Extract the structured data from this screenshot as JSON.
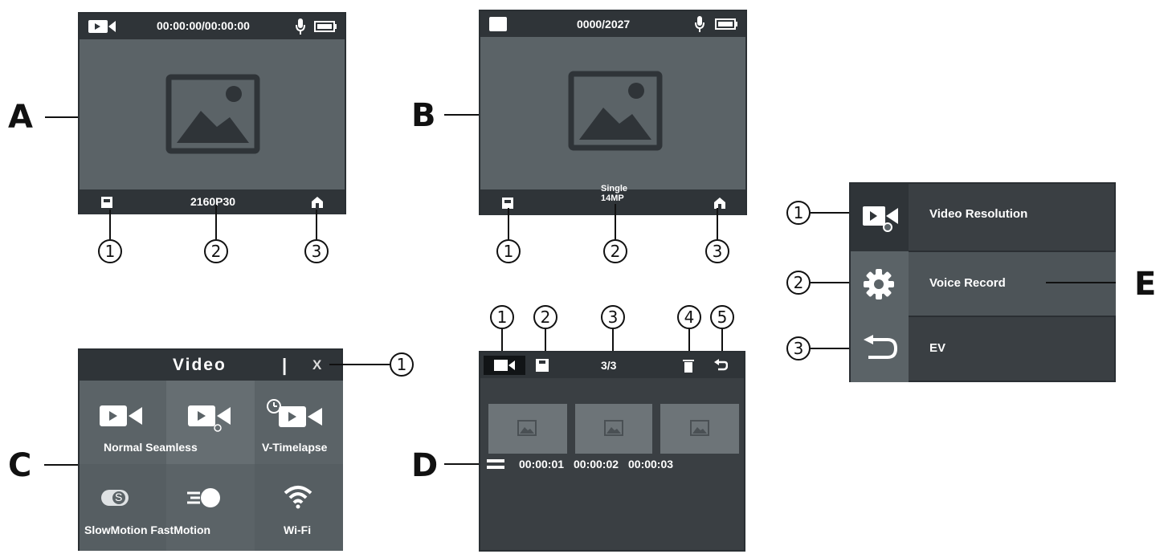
{
  "panels": {
    "a": {
      "letter": "A",
      "timecode": "00:00:00/00:00:00",
      "resolution": "2160P30",
      "callouts": [
        "1",
        "2",
        "3"
      ]
    },
    "b": {
      "letter": "B",
      "counter": "0000/2027",
      "mode_line1": "Single",
      "mode_line2": "14MP",
      "callouts": [
        "1",
        "2",
        "3"
      ]
    },
    "c": {
      "letter": "C",
      "title": "Video",
      "separator": "|",
      "close": "X",
      "callout": "1",
      "tiles": {
        "normal_seamless": "Normal Seamless",
        "v_timelapse": "V-Timelapse",
        "slowmotion_fastmotion": "SlowMotion FastMotion",
        "wifi": "Wi-Fi",
        "slow_badge": "S"
      }
    },
    "d": {
      "letter": "D",
      "counter": "3/3",
      "durations": [
        "00:00:01",
        "00:00:02",
        "00:00:03"
      ],
      "callouts": [
        "1",
        "2",
        "3",
        "4",
        "5"
      ]
    },
    "e": {
      "letter": "E",
      "menu": [
        "Video Resolution",
        "Voice Record",
        "EV"
      ],
      "callouts": [
        "1",
        "2",
        "3"
      ]
    }
  },
  "colors": {
    "screen": "#5b6367",
    "bar": "#2f3438",
    "icon": "#2f3438",
    "label": "#111111"
  }
}
